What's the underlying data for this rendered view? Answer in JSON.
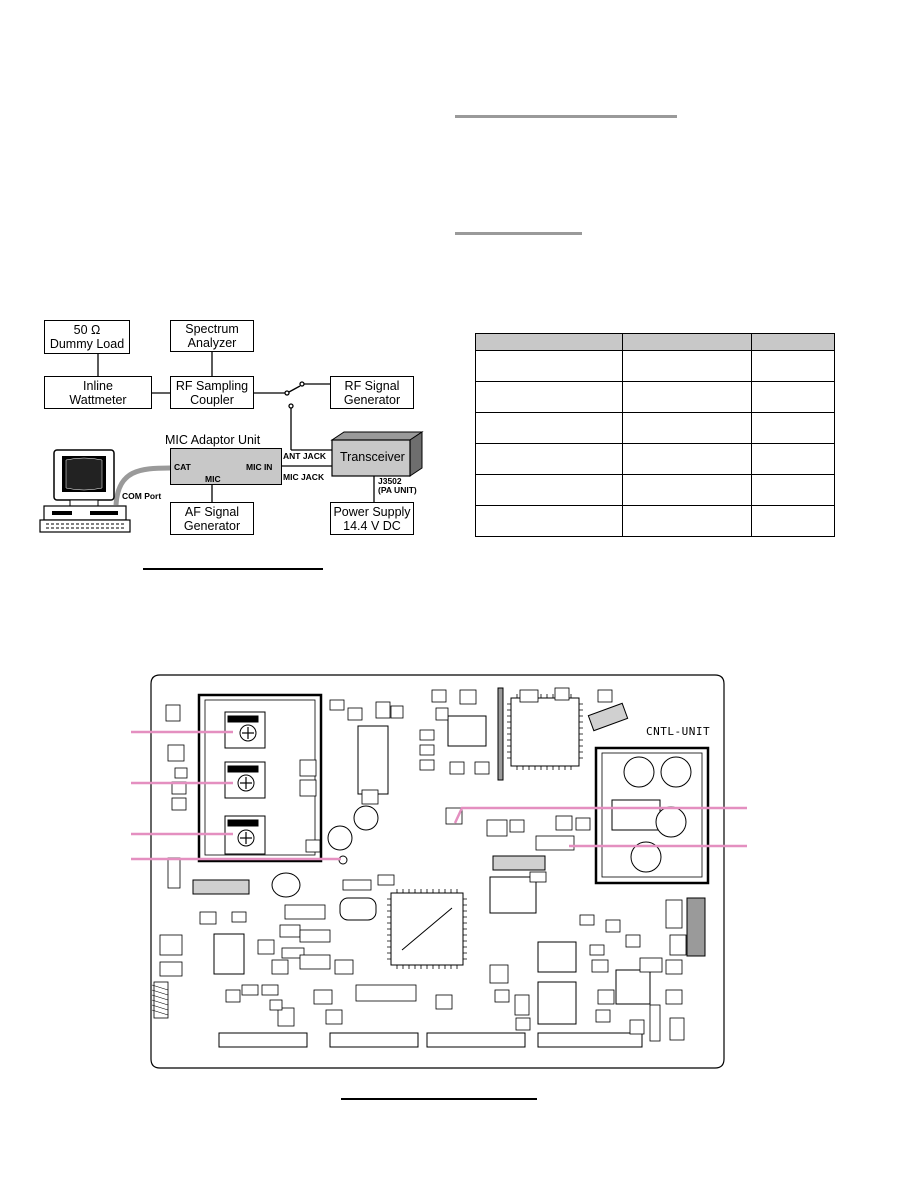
{
  "test_setup": {
    "dummy_load": [
      "50 Ω",
      "Dummy Load"
    ],
    "spectrum_analyzer": [
      "Spectrum",
      "Analyzer"
    ],
    "wattmeter": [
      "Inline",
      "Wattmeter"
    ],
    "coupler": [
      "RF Sampling",
      "Coupler"
    ],
    "rf_generator": [
      "RF Signal",
      "Generator"
    ],
    "mic_adaptor_title": "MIC Adaptor Unit",
    "mic_cat": "CAT",
    "mic_in": "MIC IN",
    "mic_port": "MIC",
    "transceiver": "Transceiver",
    "ant_jack": "ANT JACK",
    "mic_jack": "MIC JACK",
    "j3502": [
      "J3502",
      "(PA UNIT)"
    ],
    "com_port": "COM Port",
    "af_generator": [
      "AF Signal",
      "Generator"
    ],
    "power_supply": [
      "Power Supply",
      "14.4 V DC"
    ]
  },
  "board": {
    "unit_label": "CNTL-UNIT"
  }
}
